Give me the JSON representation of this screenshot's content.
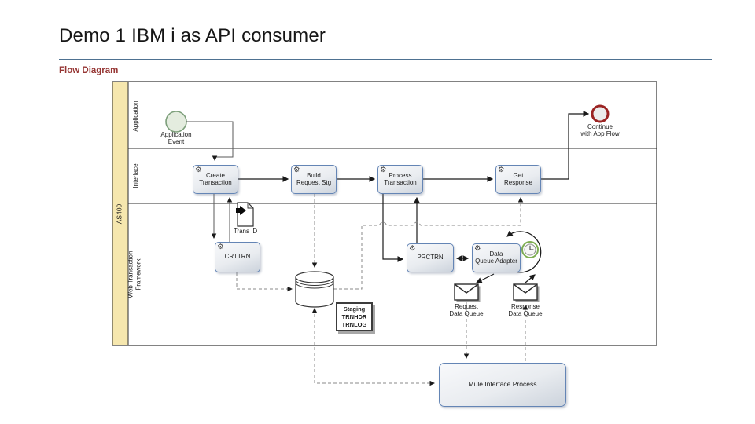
{
  "slide": {
    "title": "Demo 1 IBM i as API consumer",
    "subtitle": "Flow Diagram"
  },
  "pool": {
    "label": "AS400",
    "lanes": [
      {
        "label": "Application"
      },
      {
        "label": "Interface"
      },
      {
        "label": "Web Transaction\nFramework"
      }
    ]
  },
  "nodes": {
    "application_event": {
      "type": "start-event",
      "label": "Application\nEvent"
    },
    "continue_end": {
      "type": "end-event",
      "label": "Continue\nwith App Flow"
    },
    "create_transaction": {
      "type": "service-task",
      "label": "Create\nTransaction"
    },
    "build_request_stg": {
      "type": "service-task",
      "label": "Build\nRequest Stg"
    },
    "process_transaction": {
      "type": "service-task",
      "label": "Process\nTransaction"
    },
    "get_response": {
      "type": "service-task",
      "label": "Get\nResponse"
    },
    "trans_id": {
      "type": "data-input",
      "label": "Trans ID"
    },
    "crttrn": {
      "type": "service-task",
      "label": "CRTTRN"
    },
    "prctrn": {
      "type": "service-task",
      "label": "PRCTRN"
    },
    "data_queue_adapter": {
      "type": "service-task",
      "label": "Data\nQueue Adapter"
    },
    "staging_db": {
      "type": "database",
      "label": "Staging\nTRNHDR\nTRNLOG"
    },
    "request_queue": {
      "type": "message",
      "label": "Request\nData Queue"
    },
    "response_queue": {
      "type": "message",
      "label": "Response\nData Queue"
    },
    "mule": {
      "type": "external-process",
      "label": "Mule Interface Process"
    }
  },
  "icons": {
    "gear": "⚙"
  },
  "colors": {
    "title_rule": "#4e7191",
    "subtitle": "#963634",
    "pool_strip_bg": "#f6e7ae",
    "task_border": "#6485b5",
    "start_event_stroke": "#7d9f7b",
    "end_event_stroke": "#9b2423",
    "timer_stroke": "#7fae53",
    "dashed_line": "#8a8a8a",
    "solid_line": "#1a1a1a"
  }
}
